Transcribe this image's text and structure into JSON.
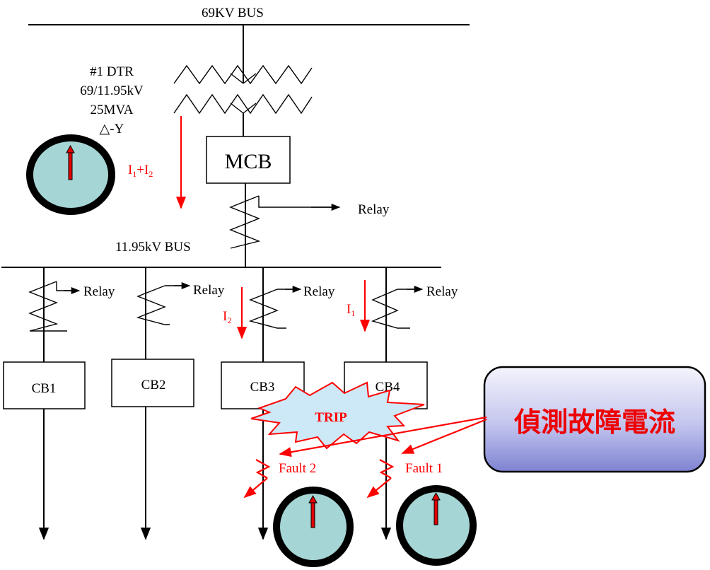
{
  "buses": {
    "hv_label": "69KV  BUS",
    "lv_label": "11.95kV BUS"
  },
  "transformer": {
    "name": "#1 DTR",
    "ratio": "69/11.95kV",
    "rating": "25MVA",
    "connection": "△-Y"
  },
  "main_breaker": {
    "label": "MCB"
  },
  "relay_label": "Relay",
  "currents": {
    "sum_main": "I",
    "sum_sub1": "1",
    "sum_plus": "+I",
    "sum_sub2": "2",
    "i2_main": "I",
    "i2_sub": "2",
    "i1_main": "I",
    "i1_sub": "1"
  },
  "feeders": [
    {
      "cb": "CB1"
    },
    {
      "cb": "CB2"
    },
    {
      "cb": "CB3",
      "fault": "Fault 2"
    },
    {
      "cb": "CB4",
      "fault": "Fault 1"
    }
  ],
  "trip_label": "TRIP",
  "callout": "偵測故障電流",
  "colors": {
    "fault_red": "#ff0000",
    "meter_face": "#a6d5d5",
    "meter_rim": "#000000",
    "starburst_fill": "#cde8f6",
    "callout_fill_top": "#f2f2fb",
    "callout_fill_bottom": "#8b8fd6"
  }
}
